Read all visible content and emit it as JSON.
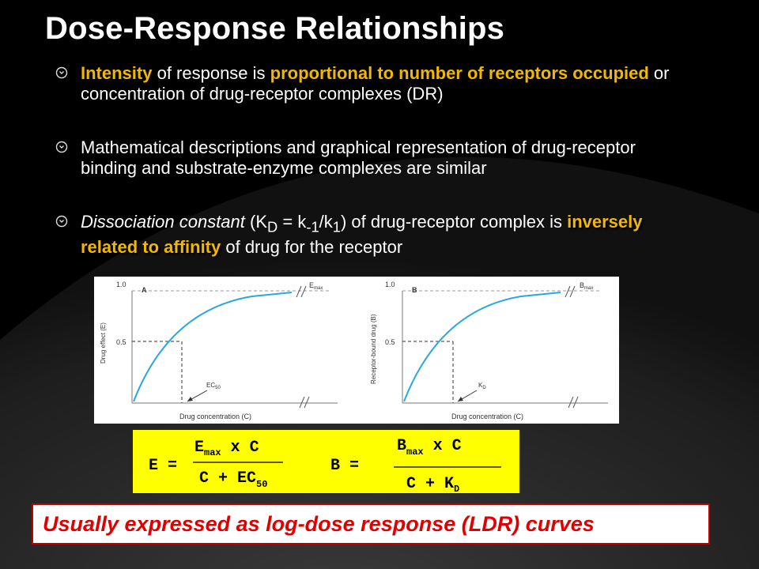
{
  "slide": {
    "title": "Dose-Response Relationships",
    "bullet_icon": "circled-arrow-icon",
    "highlight_color": "#f2b800",
    "bullets": [
      {
        "hl1": "Intensity",
        "t1": " of response is ",
        "hl2": "proportional to number of receptors occupied",
        "t2": " or concentration of drug-receptor complexes (DR)"
      },
      {
        "t1": "Mathematical descriptions and graphical representation of drug-receptor binding and substrate-enzyme complexes are similar"
      },
      {
        "it1": "Dissociation constant",
        "t1": " (K",
        "sub1": "D",
        "t2": " = k",
        "sub2": "-1",
        "t3": "/k",
        "sub3": "1",
        "t4": ") of drug-receptor complex is ",
        "hl1": "inversely related to affinity",
        "t5": " of drug for the receptor"
      }
    ],
    "footer": "Usually expressed as log-dose response (LDR) curves",
    "footer_color": "#e00000"
  },
  "figure": {
    "panel_a": {
      "letter": "A",
      "y_label": "Drug effect (E)",
      "x_label": "Drug concentration (C)",
      "max_label": "E",
      "max_sub": "max",
      "point_label": "EC",
      "point_sub": "50",
      "ticks": [
        "1.0",
        "0.5"
      ]
    },
    "panel_b": {
      "letter": "B",
      "y_label": "Receptor-bound drug (B)",
      "x_label": "Drug concentration (C)",
      "max_label": "B",
      "max_sub": "max",
      "point_label": "K",
      "point_sub": "D",
      "ticks": [
        "1.0",
        "0.5"
      ]
    }
  },
  "formulas": {
    "e": {
      "lhs": "E =",
      "num_main": "E",
      "num_sub": "max",
      "num_rest": " x C",
      "den_main": "C + EC",
      "den_sub": "50"
    },
    "b": {
      "lhs": "B =",
      "num_main": "B",
      "num_sub": "max",
      "num_rest": " x C",
      "den_main": "C + K",
      "den_sub": "D"
    }
  }
}
